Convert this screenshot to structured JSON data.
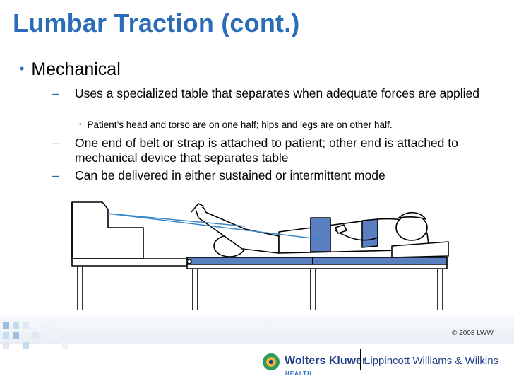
{
  "slide": {
    "title": "Lumbar Traction (cont.)",
    "bullet_1": "Mechanical",
    "sub_1": "Uses a specialized table that separates when adequate forces are applied",
    "sub_1_1": "Patient’s head and torso are on one half; hips and legs are on other half.",
    "sub_2": "One end of belt or strap is attached to patient; other end is attached to mechanical device that separates table",
    "sub_3": "Can be delivered in either sustained or intermittent mode",
    "dash": "–",
    "dot": "•"
  },
  "footer": {
    "copyright": "© 2008 LWW",
    "brand": "Wolters Kluwer",
    "brand_sub": "HEALTH",
    "publisher": "Lippincott Williams & Wilkins"
  },
  "colors": {
    "accent": "#2a6cb8",
    "brand": "#1f3f8a",
    "table_top": "#5a7fc0"
  }
}
